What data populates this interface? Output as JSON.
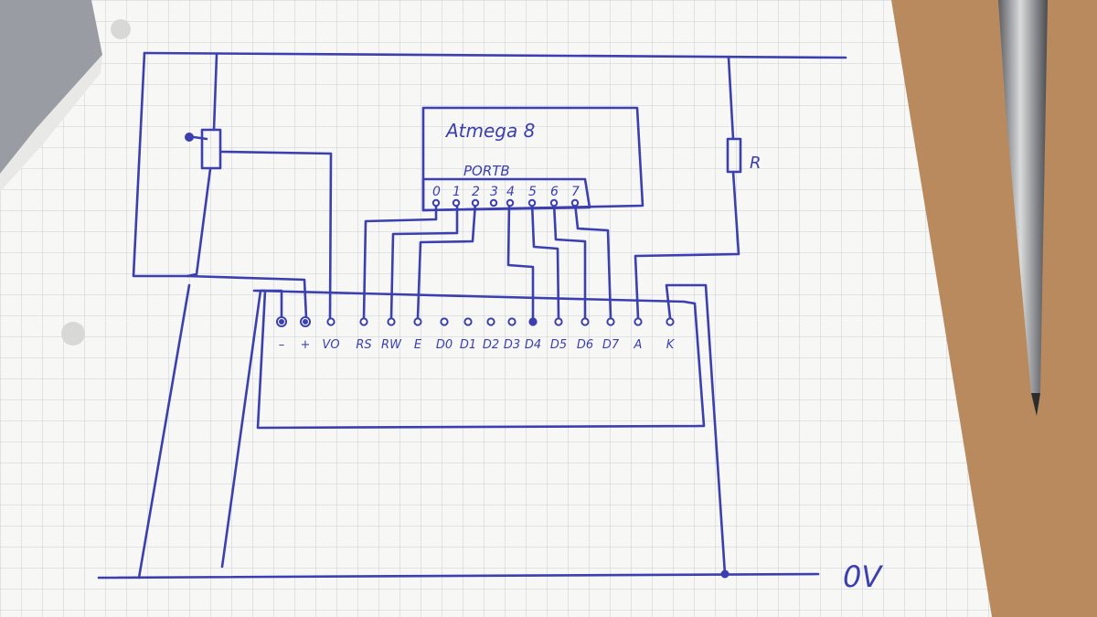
{
  "mcu": {
    "name": "Atmega 8",
    "port_label": "PORTB",
    "pins": [
      "0",
      "1",
      "2",
      "3",
      "4",
      "5",
      "6",
      "7"
    ]
  },
  "lcd": {
    "pins": [
      "–",
      "+",
      "VO",
      "RS",
      "RW",
      "E",
      "D0",
      "D1",
      "D2",
      "D3",
      "D4",
      "D5",
      "D6",
      "D7",
      "A",
      "K"
    ]
  },
  "resistor_label": "R",
  "ground_label": "0V",
  "colors": {
    "ink": "#3b3fb0",
    "paper": "#f7f7f5",
    "grid": "#c9ccd3",
    "desk": "#b98a5e"
  },
  "icons": [
    "paper-hole-icon",
    "pen-icon"
  ]
}
